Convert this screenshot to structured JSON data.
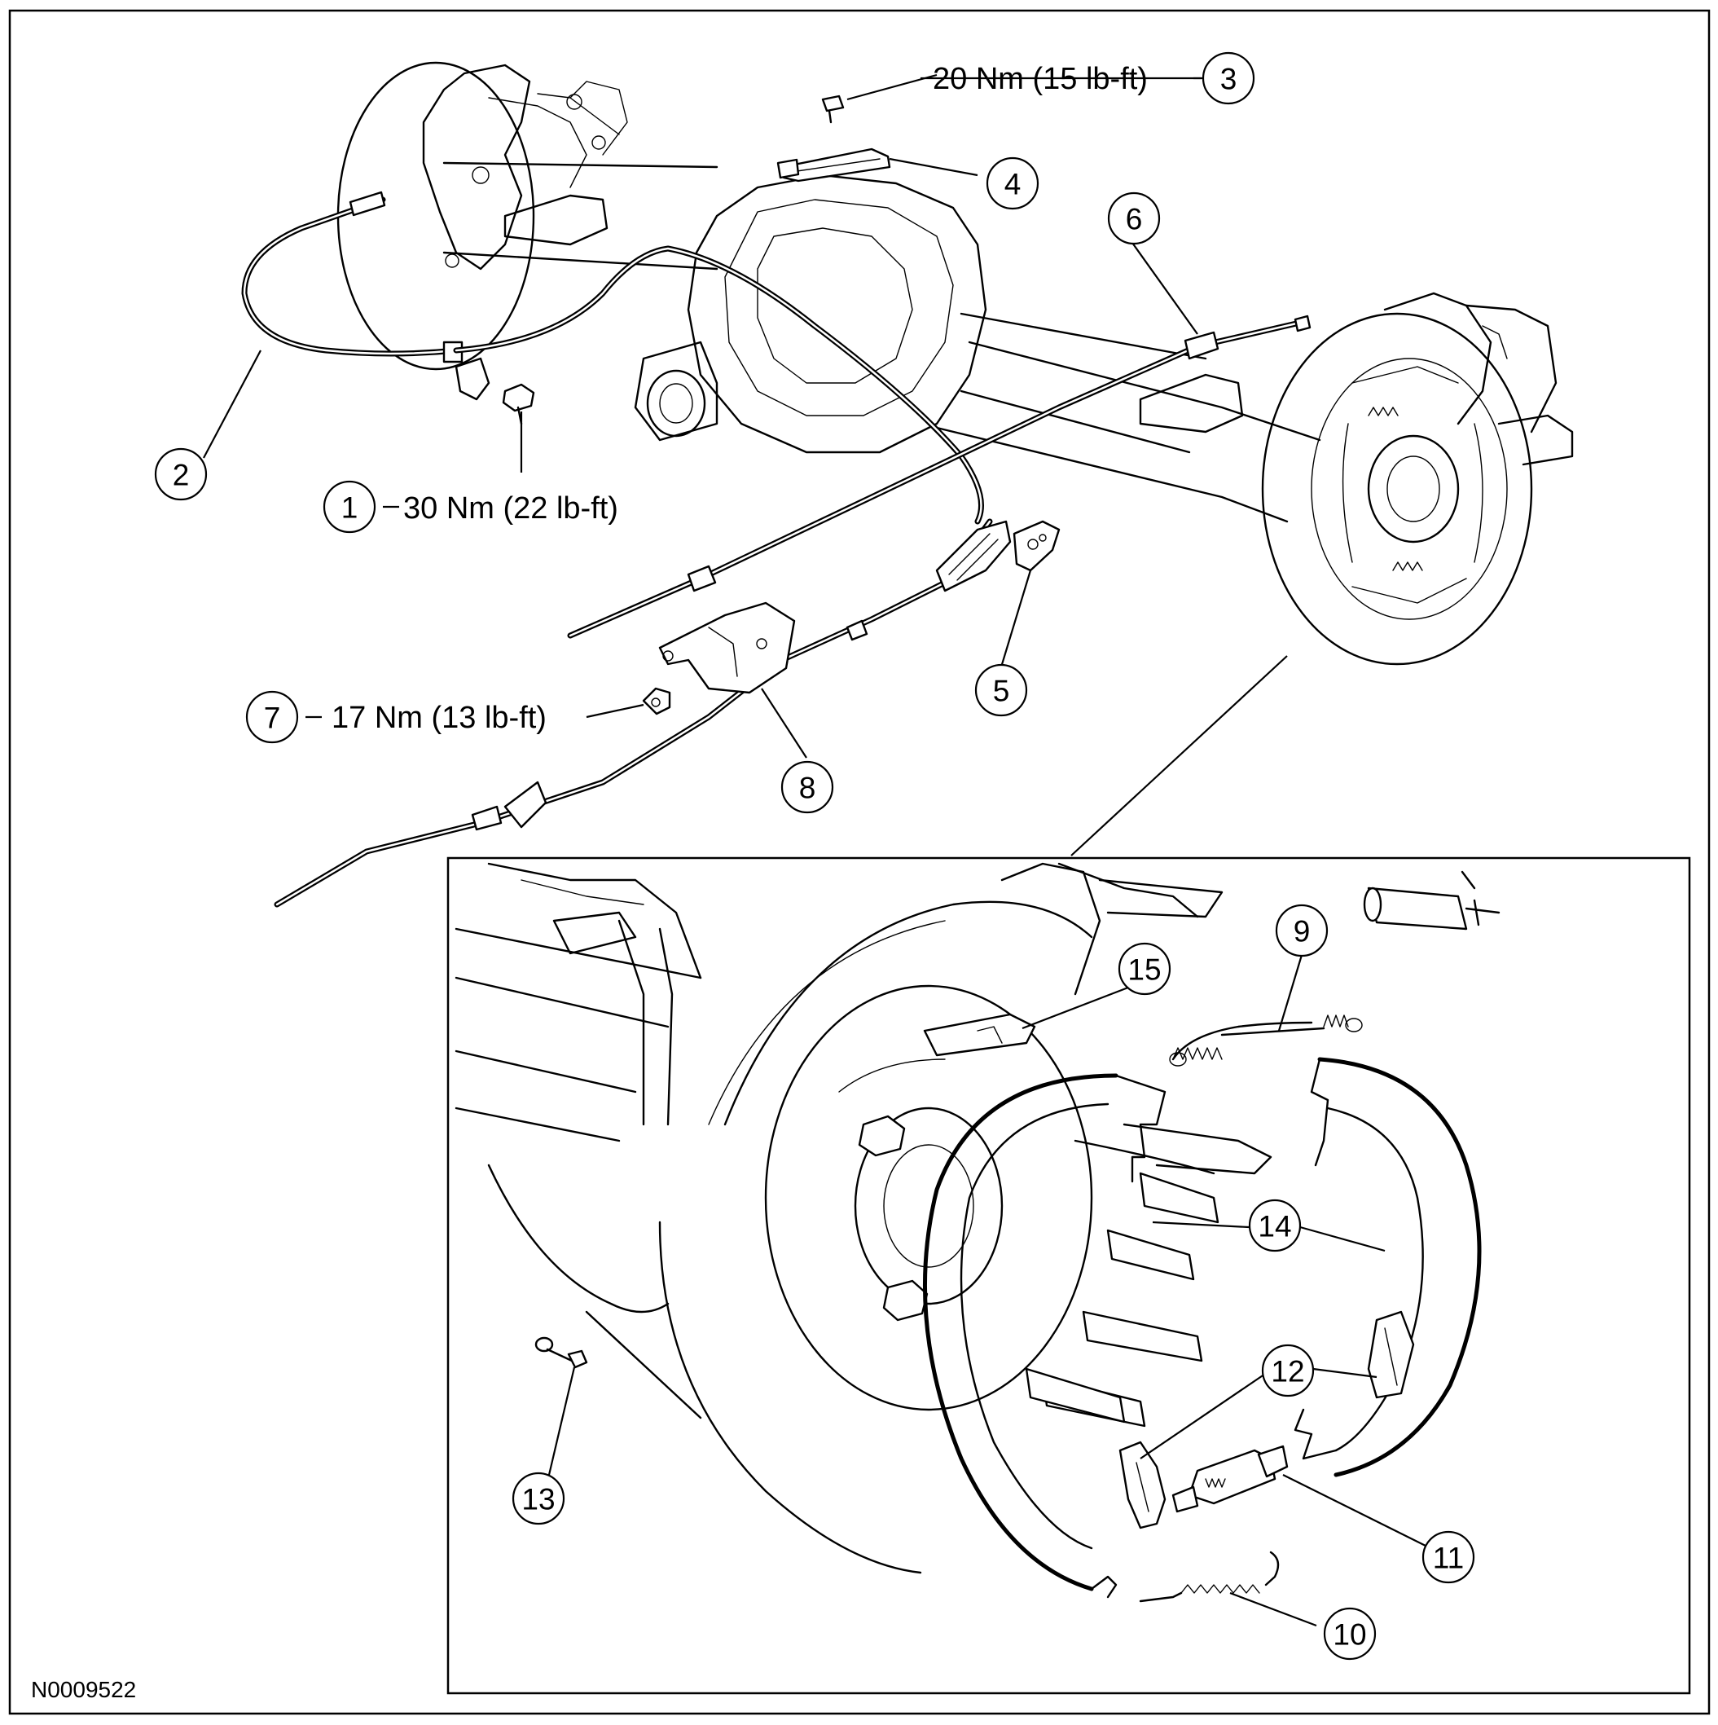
{
  "figure_id": "N0009522",
  "callouts": [
    {
      "number": "1",
      "torque": "30 Nm (22 lb-ft)"
    },
    {
      "number": "2",
      "torque": ""
    },
    {
      "number": "3",
      "torque": "20 Nm (15 lb-ft)"
    },
    {
      "number": "4",
      "torque": ""
    },
    {
      "number": "5",
      "torque": ""
    },
    {
      "number": "6",
      "torque": ""
    },
    {
      "number": "7",
      "torque": "17 Nm (13 lb-ft)"
    },
    {
      "number": "8",
      "torque": ""
    },
    {
      "number": "9",
      "torque": ""
    },
    {
      "number": "10",
      "torque": ""
    },
    {
      "number": "11",
      "torque": ""
    },
    {
      "number": "12",
      "torque": ""
    },
    {
      "number": "13",
      "torque": ""
    },
    {
      "number": "14",
      "torque": ""
    },
    {
      "number": "15",
      "torque": ""
    }
  ]
}
